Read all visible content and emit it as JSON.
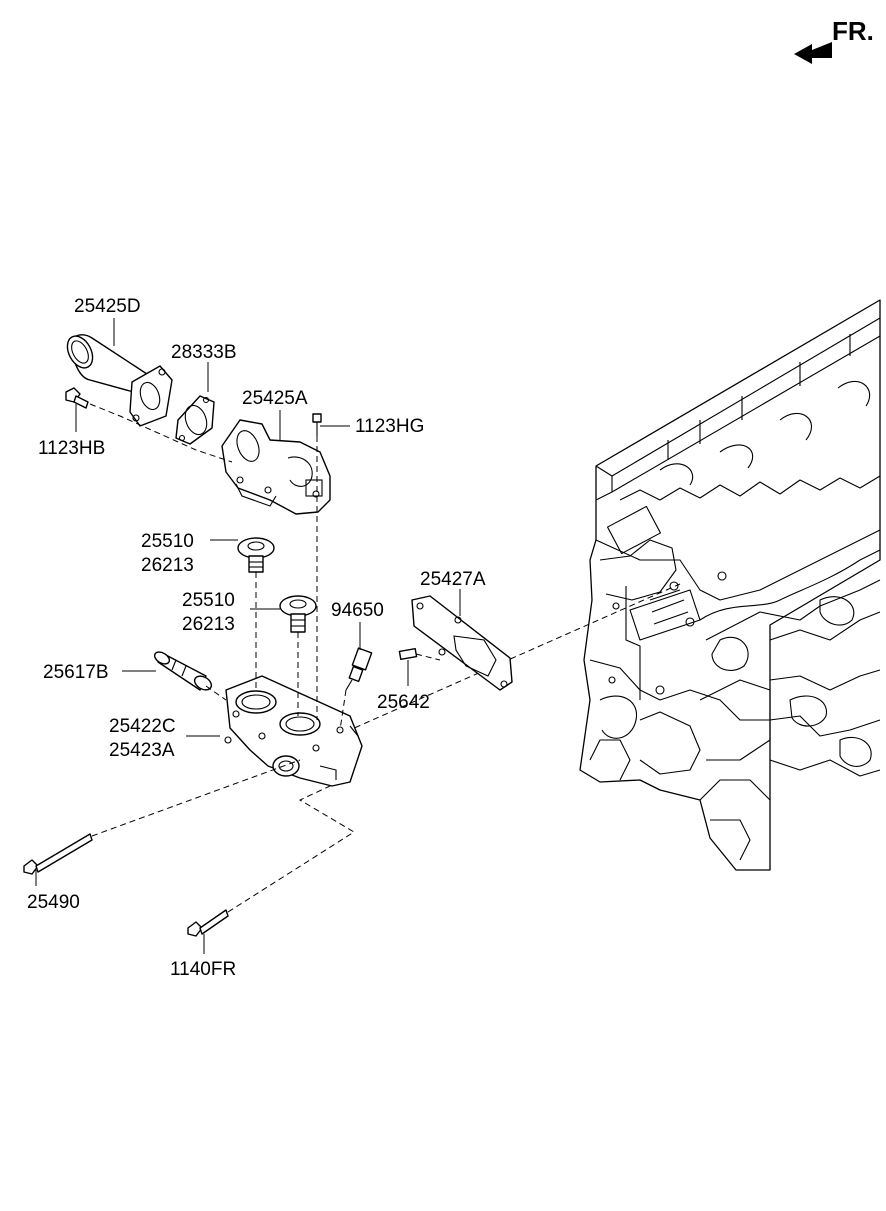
{
  "direction": {
    "label": "FR."
  },
  "parts": {
    "p25425D": "25425D",
    "p28333B": "28333B",
    "p1123HB": "1123HB",
    "p25425A": "25425A",
    "p1123HG": "1123HG",
    "p25510_a": "25510",
    "p26213_a": "26213",
    "p25510_b": "25510",
    "p26213_b": "26213",
    "p94650": "94650",
    "p25427A": "25427A",
    "p25617B": "25617B",
    "p25642": "25642",
    "p25422C": "25422C",
    "p25423A": "25423A",
    "p25490": "25490",
    "p1140FR": "1140FR"
  }
}
